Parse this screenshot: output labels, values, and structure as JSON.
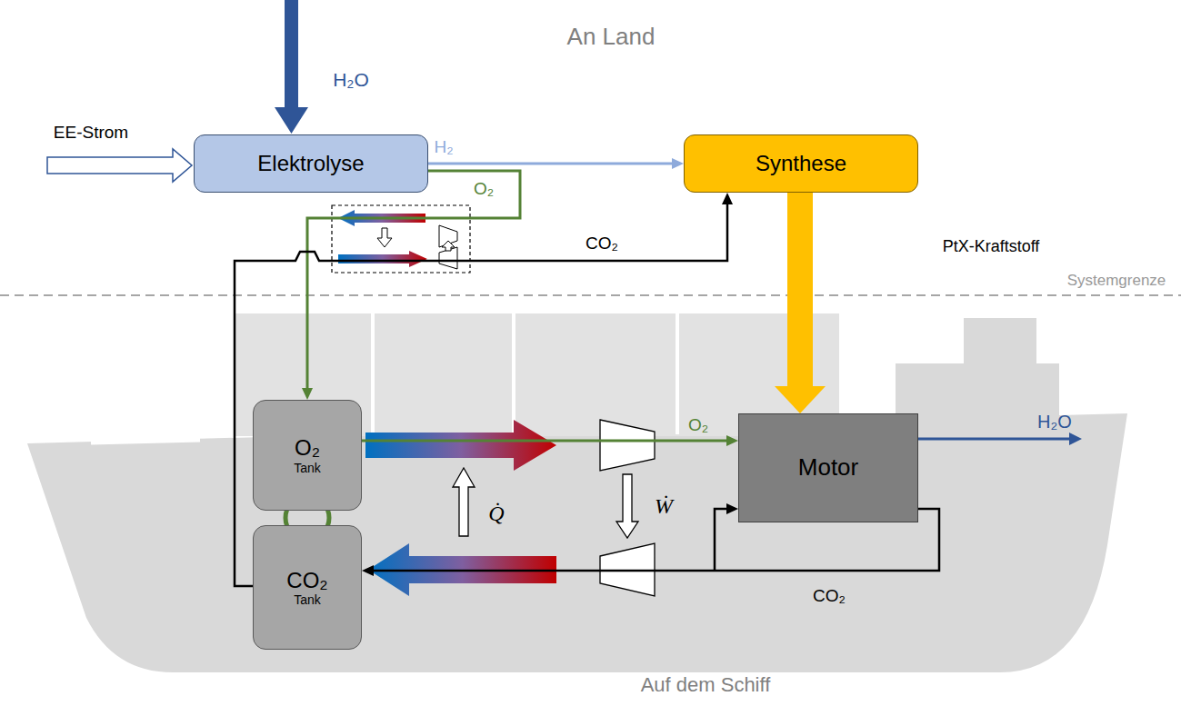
{
  "diagram": {
    "nodes": [
      {
        "text": [
          "Elektrolyse"
        ]
      },
      {
        "text": [
          "Synthese"
        ]
      },
      {
        "text": [
          "O₂",
          "Tank"
        ]
      },
      {
        "text": [
          "Motor"
        ]
      },
      {
        "text": [
          "CO₂",
          "Tank"
        ]
      }
    ],
    "edges": [
      {
        "from": 0,
        "to": 1,
        "label": "H₂",
        "arrow": "to"
      },
      {
        "from": 0,
        "to": 2,
        "label": "O₂",
        "arrow": "to"
      },
      {
        "from": 4,
        "to": 1,
        "label": "CO₂",
        "arrow": "to"
      },
      {
        "from": 1,
        "to": 3,
        "label": "PtX-Kraftstoff",
        "arrow": "to"
      },
      {
        "from": 2,
        "to": 3,
        "label": "O₂",
        "arrow": "to"
      },
      {
        "from": 3,
        "to": 4,
        "label": "CO₂",
        "arrow": "to"
      }
    ],
    "labels": [
      "An Land",
      "EE-Strom",
      "H₂O",
      "Systemgrenze",
      "Q̇",
      "Ẇ",
      "H₂O",
      "Auf dem Schiff"
    ]
  }
}
